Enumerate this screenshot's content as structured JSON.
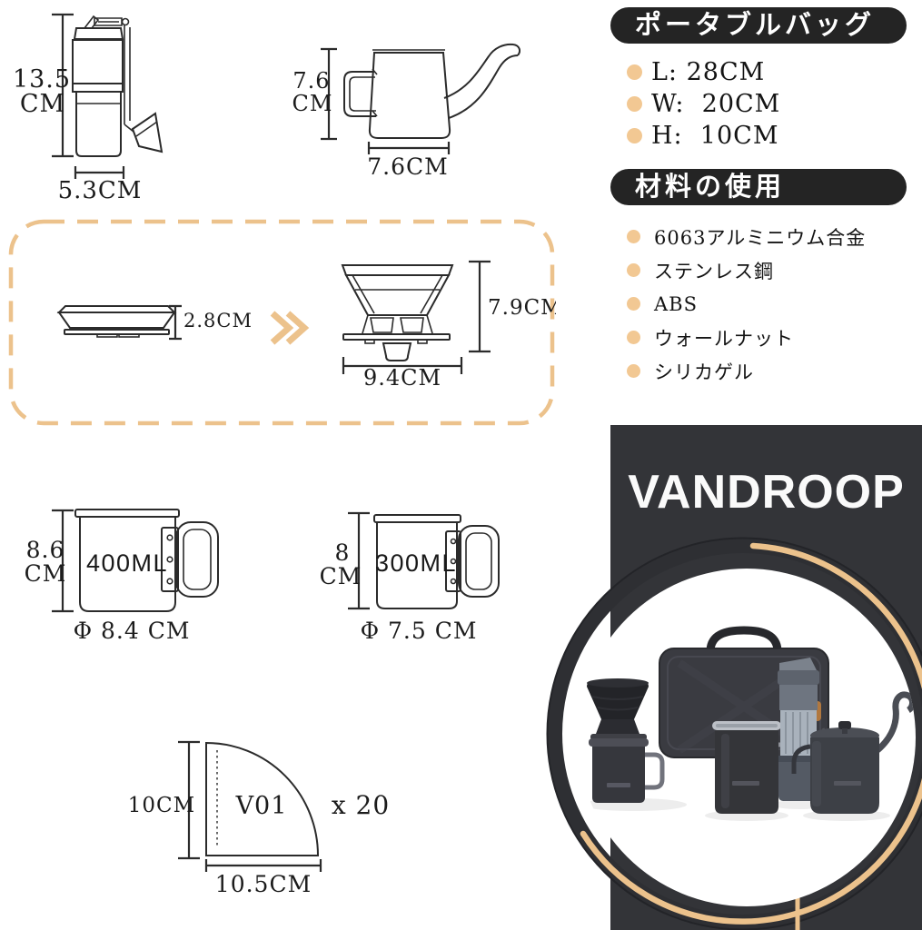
{
  "colors": {
    "accent_tan": "#ECC28C",
    "bullet_tan": "#F2C893",
    "panel_dark": "#333438",
    "header_black": "#242424",
    "line_ink": "#2B2B2B"
  },
  "bag_panel": {
    "title": "ポータブルバッグ",
    "items": [
      "L: 28CM",
      "W:  20CM",
      "H:  10CM"
    ]
  },
  "materials_panel": {
    "title": "材料の使用",
    "items": [
      "6063アルミニウム合金",
      "ステンレス鋼",
      "ABS",
      "ウォールナット",
      "シリカゲル"
    ]
  },
  "brand": {
    "name": "VANDROOP"
  },
  "figures": {
    "grinder": {
      "height_value": "13.5",
      "height_unit": "CM",
      "width_label": "5.3CM"
    },
    "kettle": {
      "height_value": "7.6",
      "height_unit": "CM",
      "width_label": "7.6CM"
    },
    "dripper": {
      "folded_label": "2.8CM",
      "open_height_label": "7.9CM",
      "open_width_label": "9.4CM"
    },
    "mug_large": {
      "volume_label": "400ML",
      "height_value": "8.6",
      "height_unit": "CM",
      "diameter_label": "Φ 8.4 CM"
    },
    "mug_small": {
      "volume_label": "300ML",
      "height_value": "8",
      "height_unit": "CM",
      "diameter_label": "Φ 7.5 CM"
    },
    "filter": {
      "model_label": "V01",
      "height_label": "10CM",
      "width_label": "10.5CM",
      "quantity_label": "x 20"
    }
  }
}
